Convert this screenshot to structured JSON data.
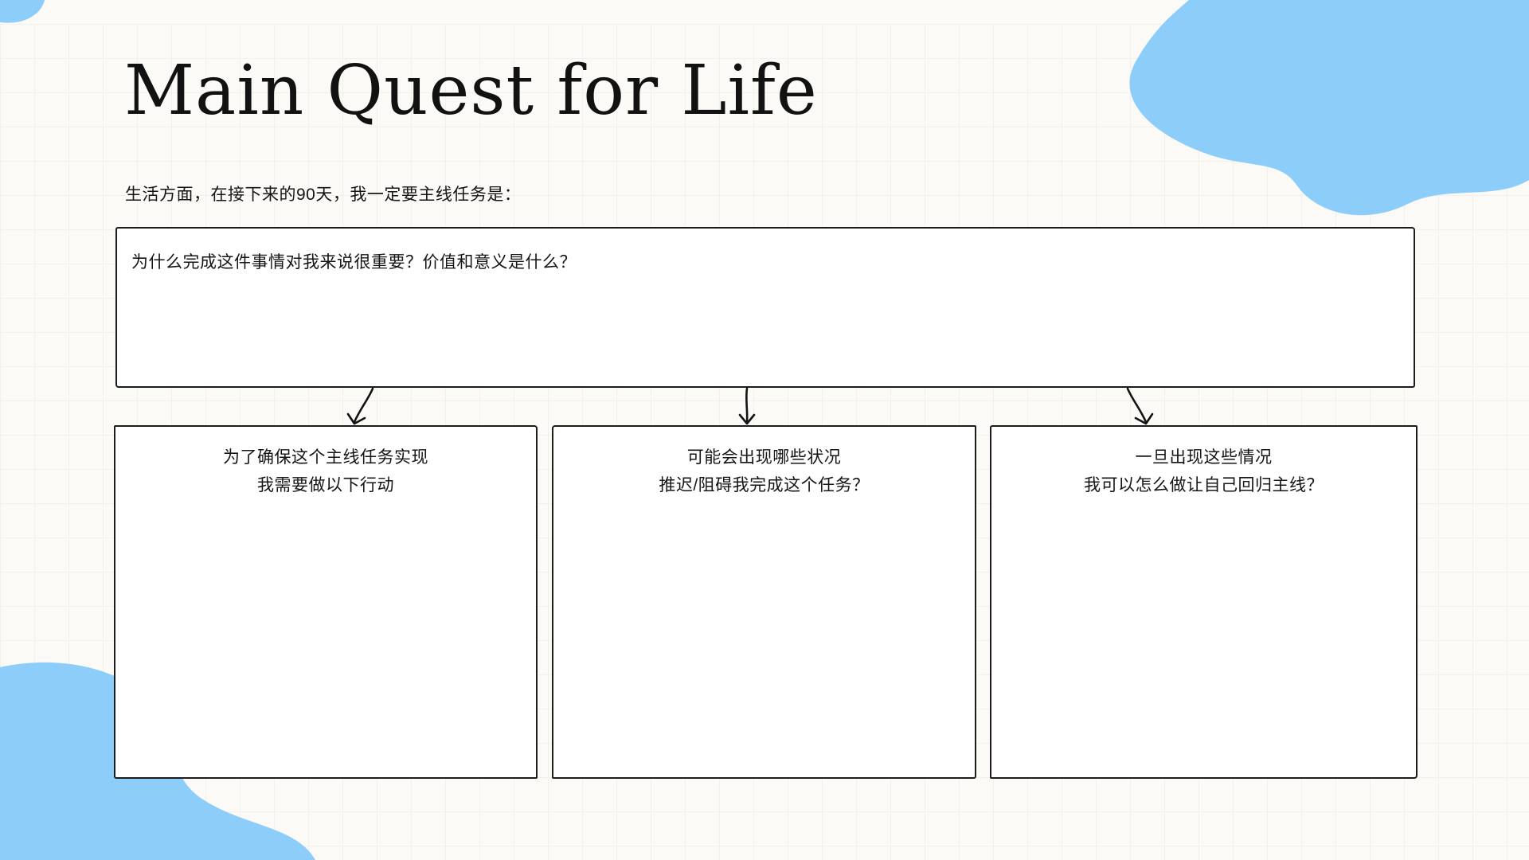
{
  "title": "Main Quest for Life",
  "subtitle": "生活方面，在接下来的90天，我一定要主线任务是：",
  "main_box": {
    "question": "为什么完成这件事情对我来说很重要？价值和意义是什么？"
  },
  "boxes": [
    {
      "line1": "为了确保这个主线任务实现",
      "line2": "我需要做以下行动"
    },
    {
      "line1": "可能会出现哪些状况",
      "line2": "推迟/阻碍我完成这个任务？"
    },
    {
      "line1": "一旦出现这些情况",
      "line2": "我可以怎么做让自己回归主线？"
    }
  ],
  "colors": {
    "accent_blue": "#8DCDF9",
    "ink": "#1B1B1B",
    "bg": "#FBFAF7",
    "grid": "#EAE6DE"
  }
}
